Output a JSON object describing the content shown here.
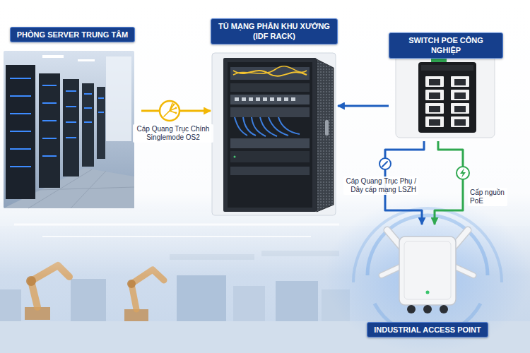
{
  "diagram": {
    "nodes": [
      {
        "text": [
          "PHÒNG SERVER TRUNG TÂM"
        ]
      },
      {
        "text": [
          "TỦ MẠNG PHÂN KHU XƯỞNG (IDF RACK)"
        ]
      },
      {
        "text": [
          "SWITCH POE CÔNG NGHIỆP"
        ]
      },
      {
        "text": [
          "INDUSTRIAL ACCESS POINT"
        ]
      }
    ],
    "edges": [
      {
        "from": 0,
        "to": 1,
        "arrow": "to",
        "label": "Cáp Quang Trục Chính Singlemode OS2"
      },
      {
        "from": 2,
        "to": 1,
        "arrow": "to"
      },
      {
        "from": 2,
        "to": 3,
        "arrow": "to",
        "label": "Cáp Quang Trục Phụ / Dây cáp mạng LSZH"
      },
      {
        "from": 2,
        "to": 3,
        "arrow": "to",
        "label": "Cấp nguồn PoE"
      }
    ]
  }
}
